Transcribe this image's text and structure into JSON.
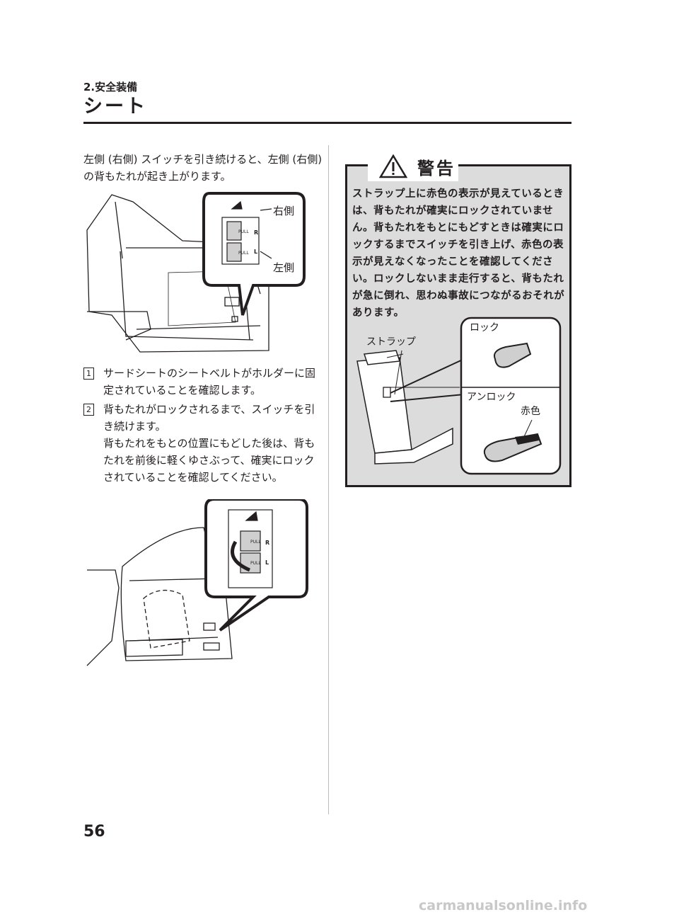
{
  "header": {
    "chapter": "2.安全装備",
    "title": "シート"
  },
  "intro": "左側 (右側) スイッチを引き続けると、左側 (右側) の背もたれが起き上がります。",
  "figure1": {
    "label_right": "右側",
    "label_left": "左側",
    "switch_r": "R",
    "switch_l": "L",
    "pull": "PULL"
  },
  "steps": [
    {
      "num": "1",
      "text": "サードシートのシートベルトがホルダーに固定されていることを確認します。"
    },
    {
      "num": "2",
      "text": "背もたれがロックされるまで、スイッチを引き続けます。\n背もたれをもとの位置にもどした後は、背もたれを前後に軽くゆさぶって、確実にロックされていることを確認してください。"
    }
  ],
  "figure2": {
    "switch_r": "R",
    "switch_l": "L",
    "pull": "PULL"
  },
  "warning": {
    "title": "警告",
    "text": "ストラップ上に赤色の表示が見えているときは、背もたれが確実にロックされていません。背もたれをもとにもどすときは確実にロックするまでスイッチを引き上げ、赤色の表示が見えなくなったことを確認してください。ロックしないまま走行すると、背もたれが急に倒れ、思わぬ事故につながるおそれがあります。",
    "label_strap": "ストラップ",
    "label_lock": "ロック",
    "label_unlock": "アンロック",
    "label_red": "赤色"
  },
  "page_number": "56",
  "watermark": "carmanualsonline.info"
}
